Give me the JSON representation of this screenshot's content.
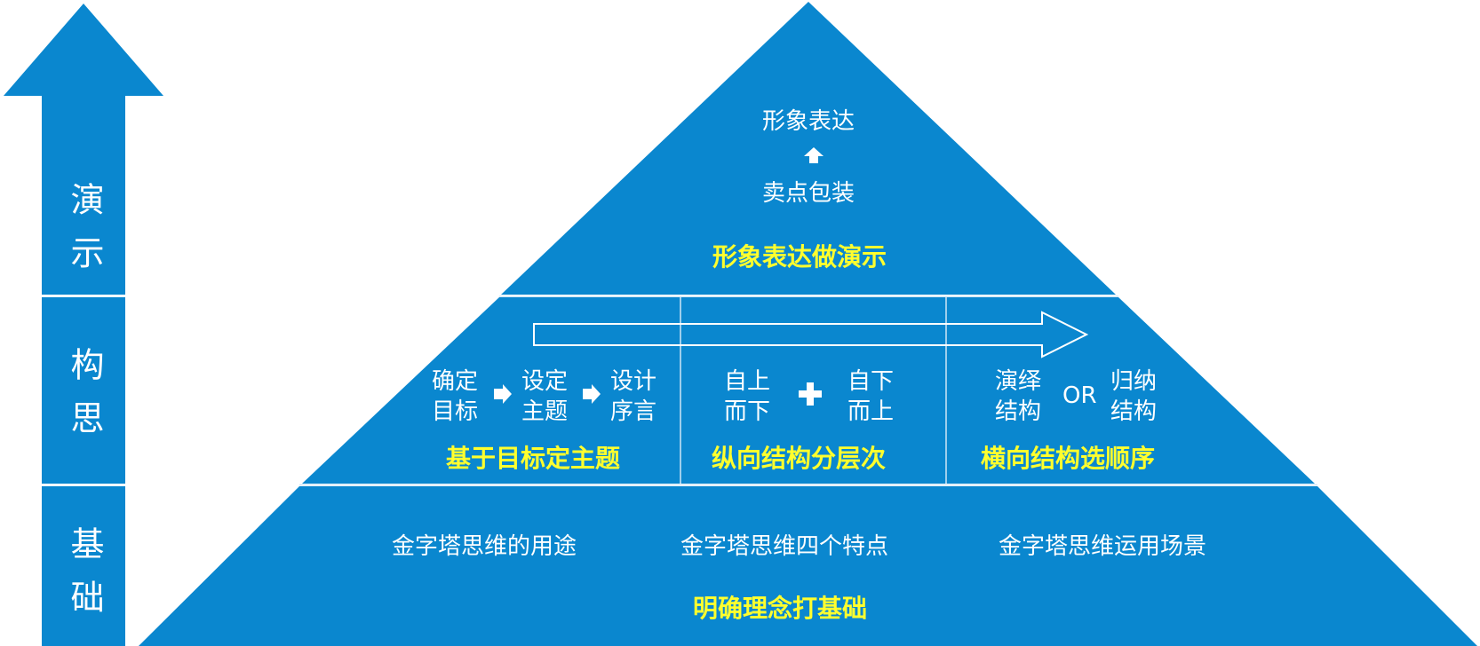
{
  "colors": {
    "primary_blue": "#0a87cf",
    "divider": "#cfe6f5",
    "highlight_text": "#ffff2e",
    "text": "#ffffff"
  },
  "side_arrow": {
    "labels": [
      "演示",
      "构思",
      "基础"
    ]
  },
  "pyramid": {
    "top": {
      "upper_text": "形象表达",
      "lower_text": "卖点包装",
      "arrow_icon": "arrow-up-icon",
      "title": "形象表达做演示"
    },
    "middle": {
      "sections": [
        {
          "steps": [
            {
              "line1": "确定",
              "line2": "目标"
            },
            {
              "line1": "设定",
              "line2": "主题"
            },
            {
              "line1": "设计",
              "line2": "序言"
            }
          ],
          "connector_icon": "arrow-right-icon",
          "title": "基于目标定主题"
        },
        {
          "left": {
            "line1": "自上",
            "line2": "而下"
          },
          "right": {
            "line1": "自下",
            "line2": "而上"
          },
          "connector_icon": "plus-icon",
          "title": "纵向结构分层次"
        },
        {
          "left": {
            "line1": "演绎",
            "line2": "结构"
          },
          "right": {
            "line1": "归纳",
            "line2": "结构"
          },
          "connector": "OR",
          "title": "横向结构选顺序"
        }
      ],
      "flow_arrow_icon": "long-arrow-right-icon"
    },
    "bottom": {
      "items": [
        "金字塔思维的用途",
        "金字塔思维四个特点",
        "金字塔思维运用场景"
      ],
      "title": "明确理念打基础"
    }
  }
}
